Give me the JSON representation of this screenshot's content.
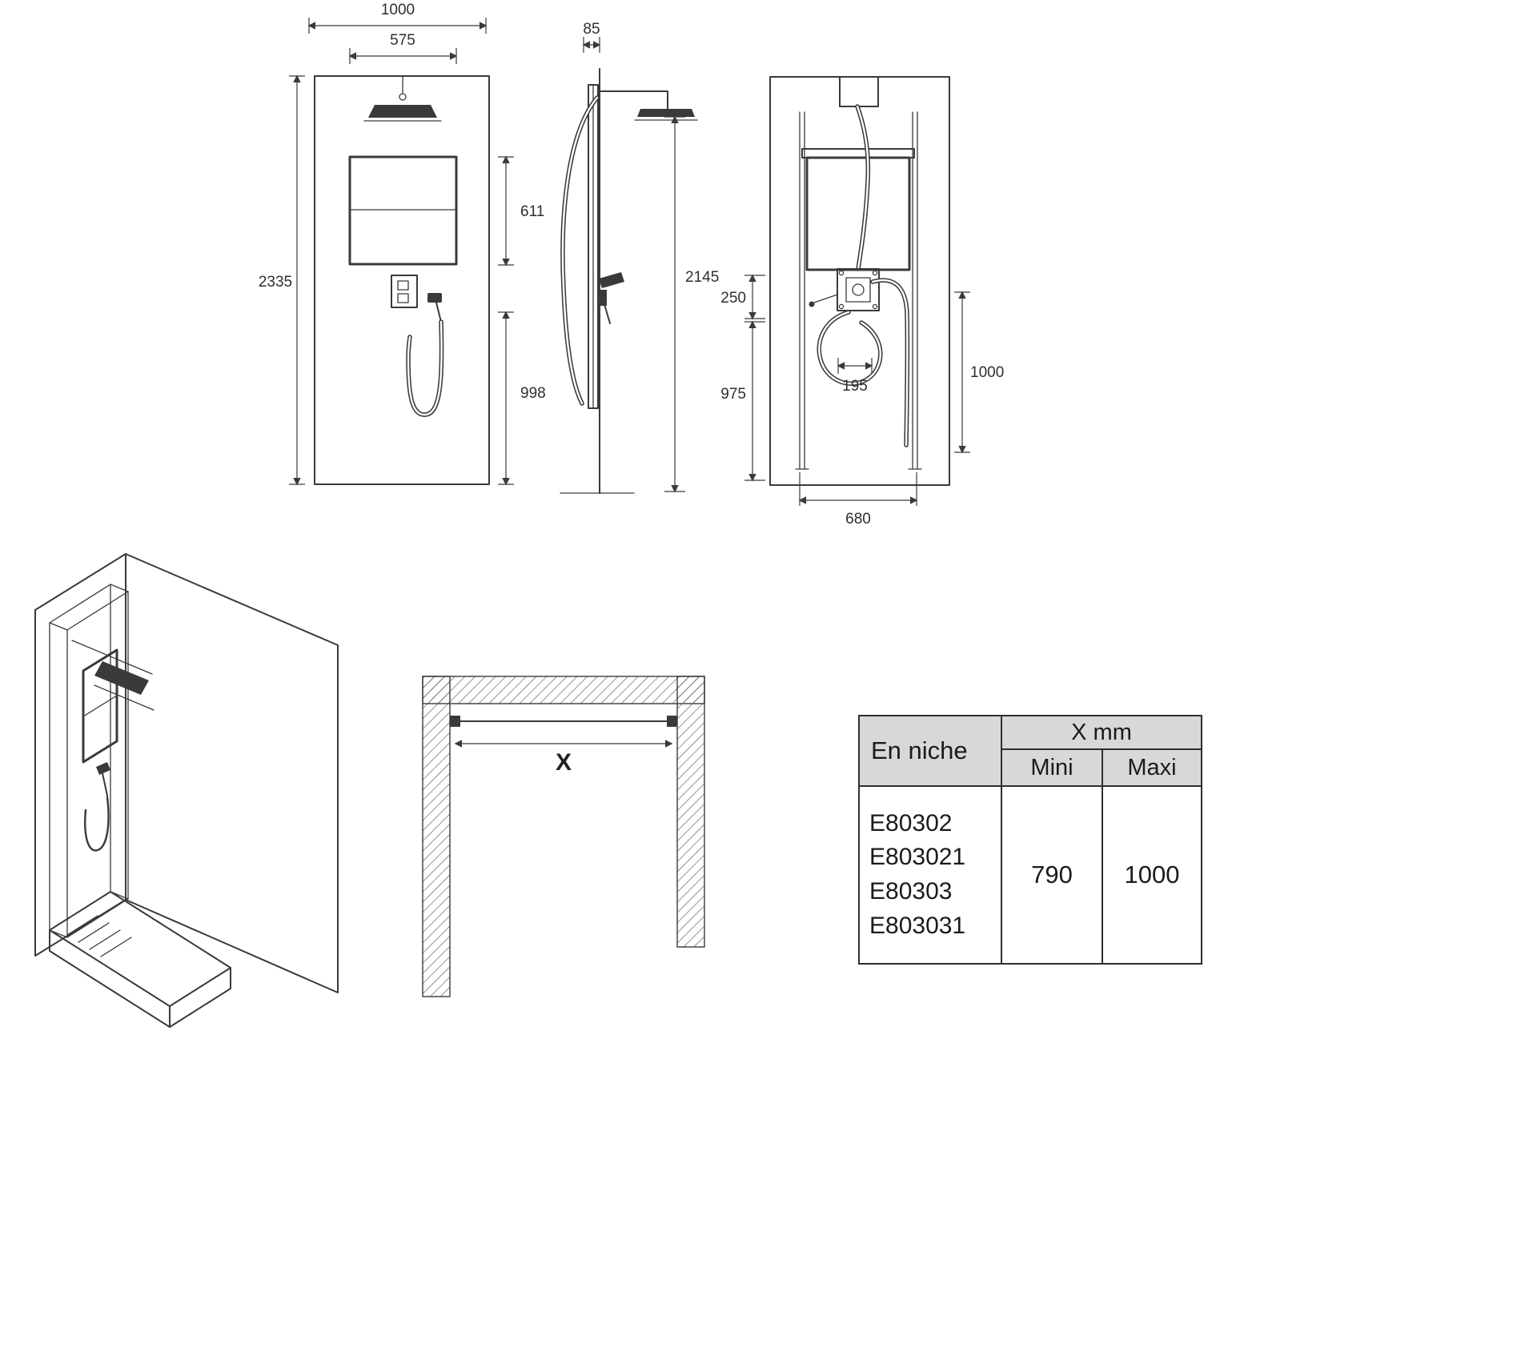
{
  "front_view": {
    "dim_overall_width": "1000",
    "dim_head_width": "575",
    "dim_total_height": "2335",
    "dim_mirror_height": "611",
    "dim_lower_height": "998"
  },
  "side_view": {
    "dim_depth": "85",
    "dim_height": "2145"
  },
  "rear_view": {
    "dim_valve_drop": "250",
    "dim_lower_height": "975",
    "dim_hose_loop_width": "195",
    "dim_rail_height": "1000",
    "dim_overall_width": "680"
  },
  "plan_view": {
    "dim_opening_label": "X"
  },
  "spec_table": {
    "row_header": "En niche",
    "col_group_header": "X mm",
    "col_min_header": "Mini",
    "col_max_header": "Maxi",
    "product_codes": [
      "E80302",
      "E803021",
      "E80303",
      "E803031"
    ],
    "min_value": "790",
    "max_value": "1000"
  },
  "colors": {
    "line": "#3a3a3a",
    "table_header_bg": "#d8d8d8"
  }
}
